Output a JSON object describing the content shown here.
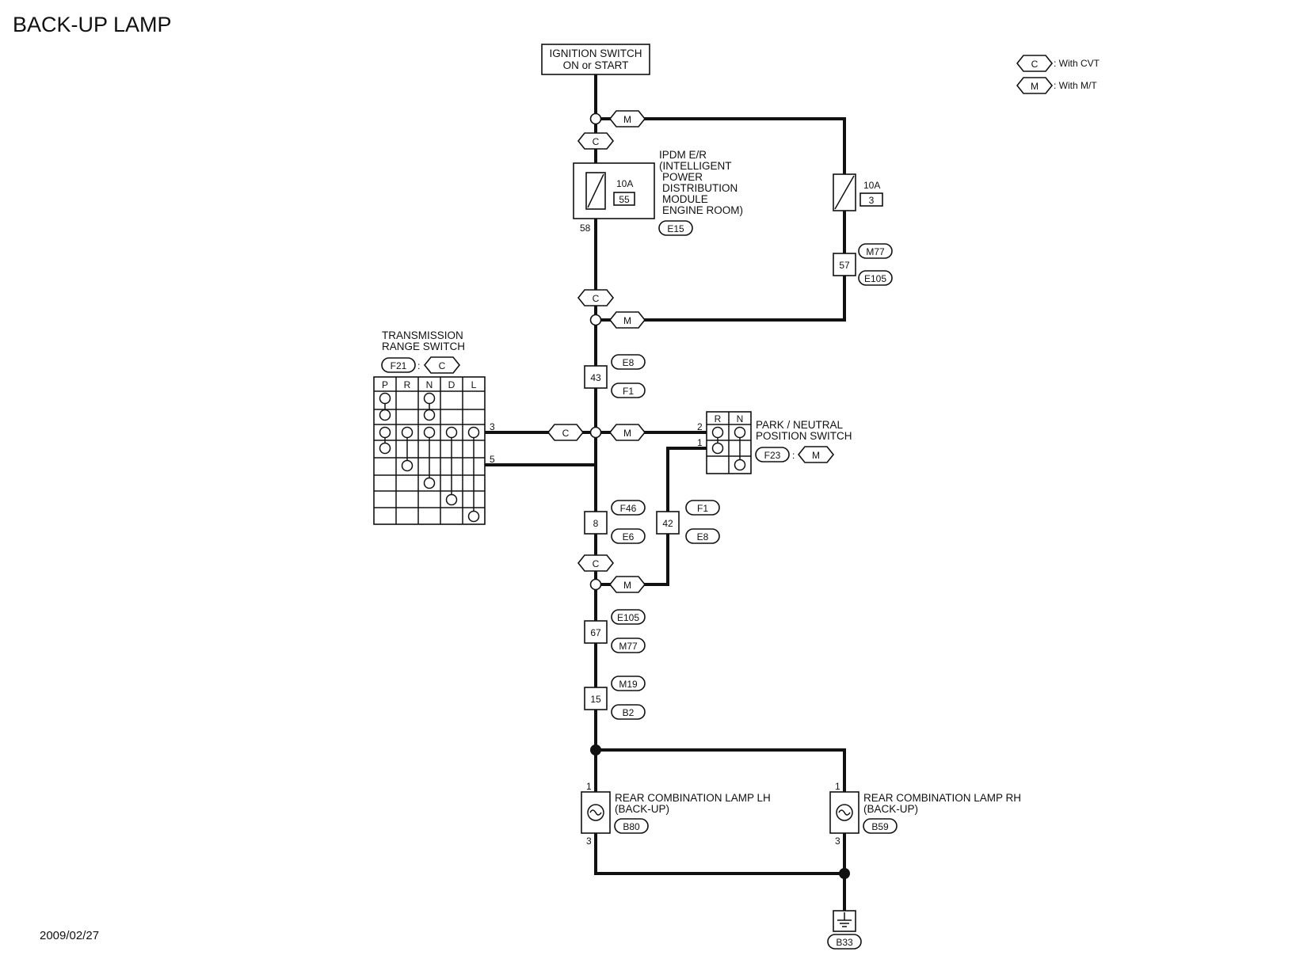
{
  "title": "BACK-UP LAMP",
  "date": "2009/02/27",
  "legend": {
    "cvt_code": "C",
    "cvt_text": ": With CVT",
    "mt_code": "M",
    "mt_text": ": With M/T"
  },
  "ignition_switch": {
    "line1": "IGNITION SWITCH",
    "line2": "ON or START"
  },
  "ipdm": {
    "lines": [
      "IPDM E/R",
      "(INTELLIGENT",
      "POWER",
      "DISTRIBUTION",
      "MODULE",
      "ENGINE ROOM)"
    ],
    "connector": "E15",
    "fuse_rating": "10A",
    "fuse_number": "55",
    "terminal": "58"
  },
  "mt_fuse": {
    "rating": "10A",
    "number": "3"
  },
  "joint_57": {
    "number": "57",
    "connectors": [
      "M77",
      "E105"
    ]
  },
  "joint_43": {
    "number": "43",
    "connectors": [
      "E8",
      "F1"
    ]
  },
  "joint_8": {
    "number": "8",
    "connectors": [
      "F46",
      "E6"
    ]
  },
  "joint_42": {
    "number": "42",
    "connectors": [
      "F1",
      "E8"
    ]
  },
  "joint_67": {
    "number": "67",
    "connectors": [
      "E105",
      "M77"
    ]
  },
  "joint_15": {
    "number": "15",
    "connectors": [
      "M19",
      "B2"
    ]
  },
  "transmission_range_switch": {
    "line1": "TRANSMISSION",
    "line2": "RANGE SWITCH",
    "connector": "F21",
    "sep": ":",
    "variant": "C",
    "positions": [
      "P",
      "R",
      "N",
      "D",
      "L"
    ],
    "terminal_top": "3",
    "terminal_bottom": "5"
  },
  "park_neutral_switch": {
    "line1": "PARK / NEUTRAL",
    "line2": "POSITION SWITCH",
    "connector": "F23",
    "sep": ":",
    "variant": "M",
    "positions": [
      "R",
      "N"
    ],
    "terminal_top": "2",
    "terminal_bottom": "1"
  },
  "variant_tags": {
    "c": "C",
    "m": "M"
  },
  "lamp_lh": {
    "line1": "REAR COMBINATION LAMP LH",
    "line2": "(BACK-UP)",
    "connector": "B80",
    "pin_top": "1",
    "pin_bottom": "3"
  },
  "lamp_rh": {
    "line1": "REAR COMBINATION LAMP RH",
    "line2": "(BACK-UP)",
    "connector": "B59",
    "pin_top": "1",
    "pin_bottom": "3"
  },
  "ground": {
    "connector": "B33"
  }
}
